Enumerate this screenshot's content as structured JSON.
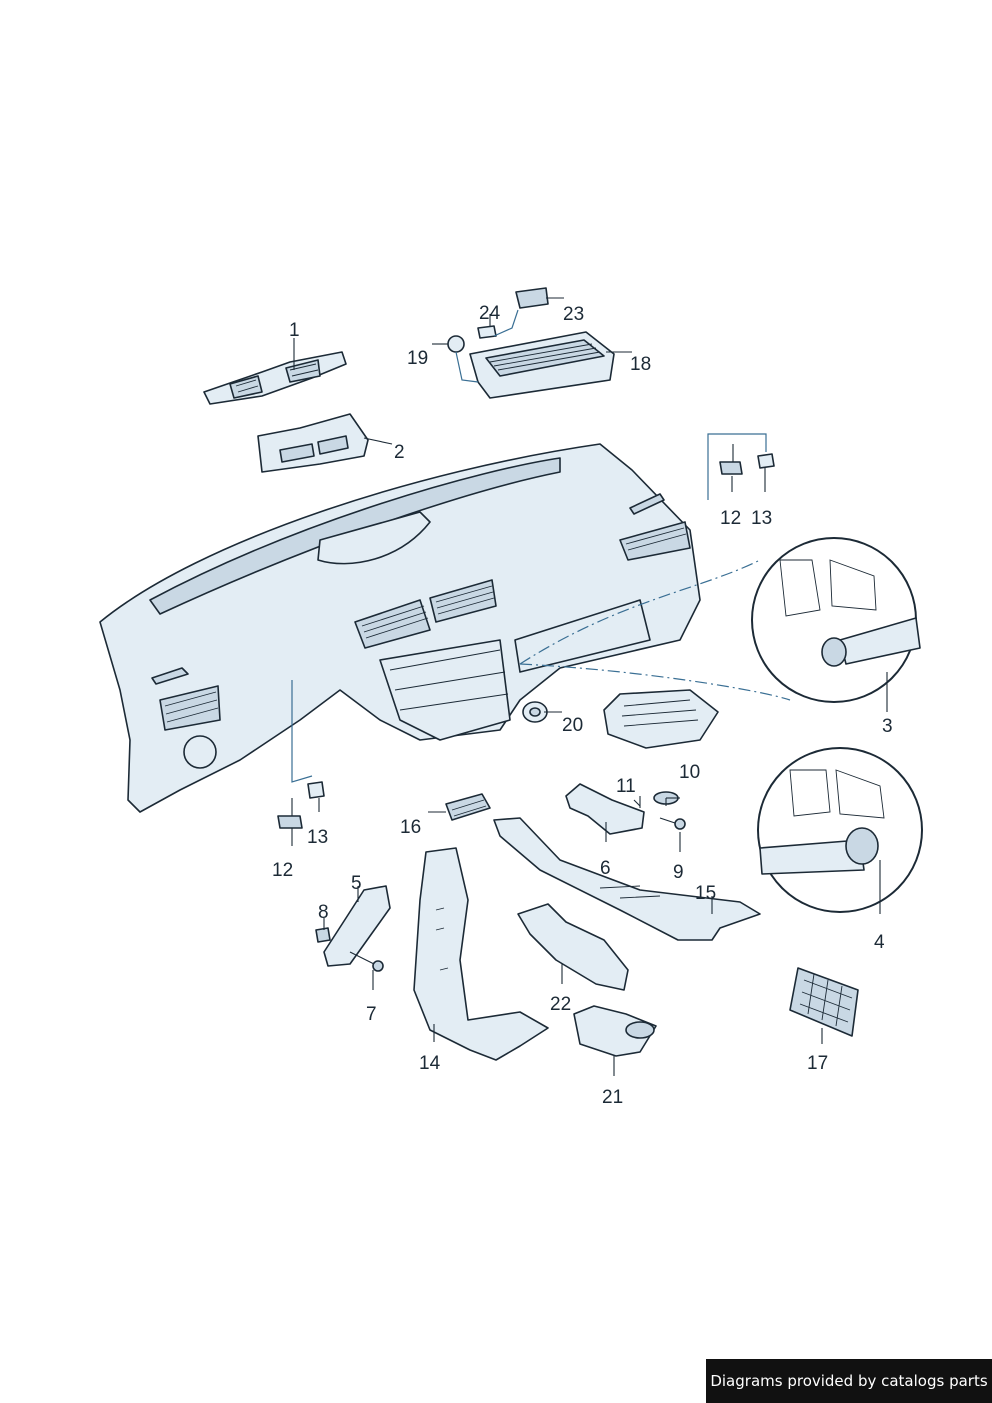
{
  "diagram": {
    "callouts": {
      "c1": "1",
      "c2": "2",
      "c3": "3",
      "c4": "4",
      "c5": "5",
      "c6": "6",
      "c7": "7",
      "c8": "8",
      "c9": "9",
      "c10": "10",
      "c11": "11",
      "c12a": "12",
      "c12b": "12",
      "c13a": "13",
      "c13b": "13",
      "c14": "14",
      "c15": "15",
      "c16": "16",
      "c17": "17",
      "c18": "18",
      "c19": "19",
      "c20": "20",
      "c21": "21",
      "c22": "22",
      "c23": "23",
      "c24": "24"
    }
  },
  "footer": {
    "text": "Diagrams provided by catalogs parts"
  }
}
